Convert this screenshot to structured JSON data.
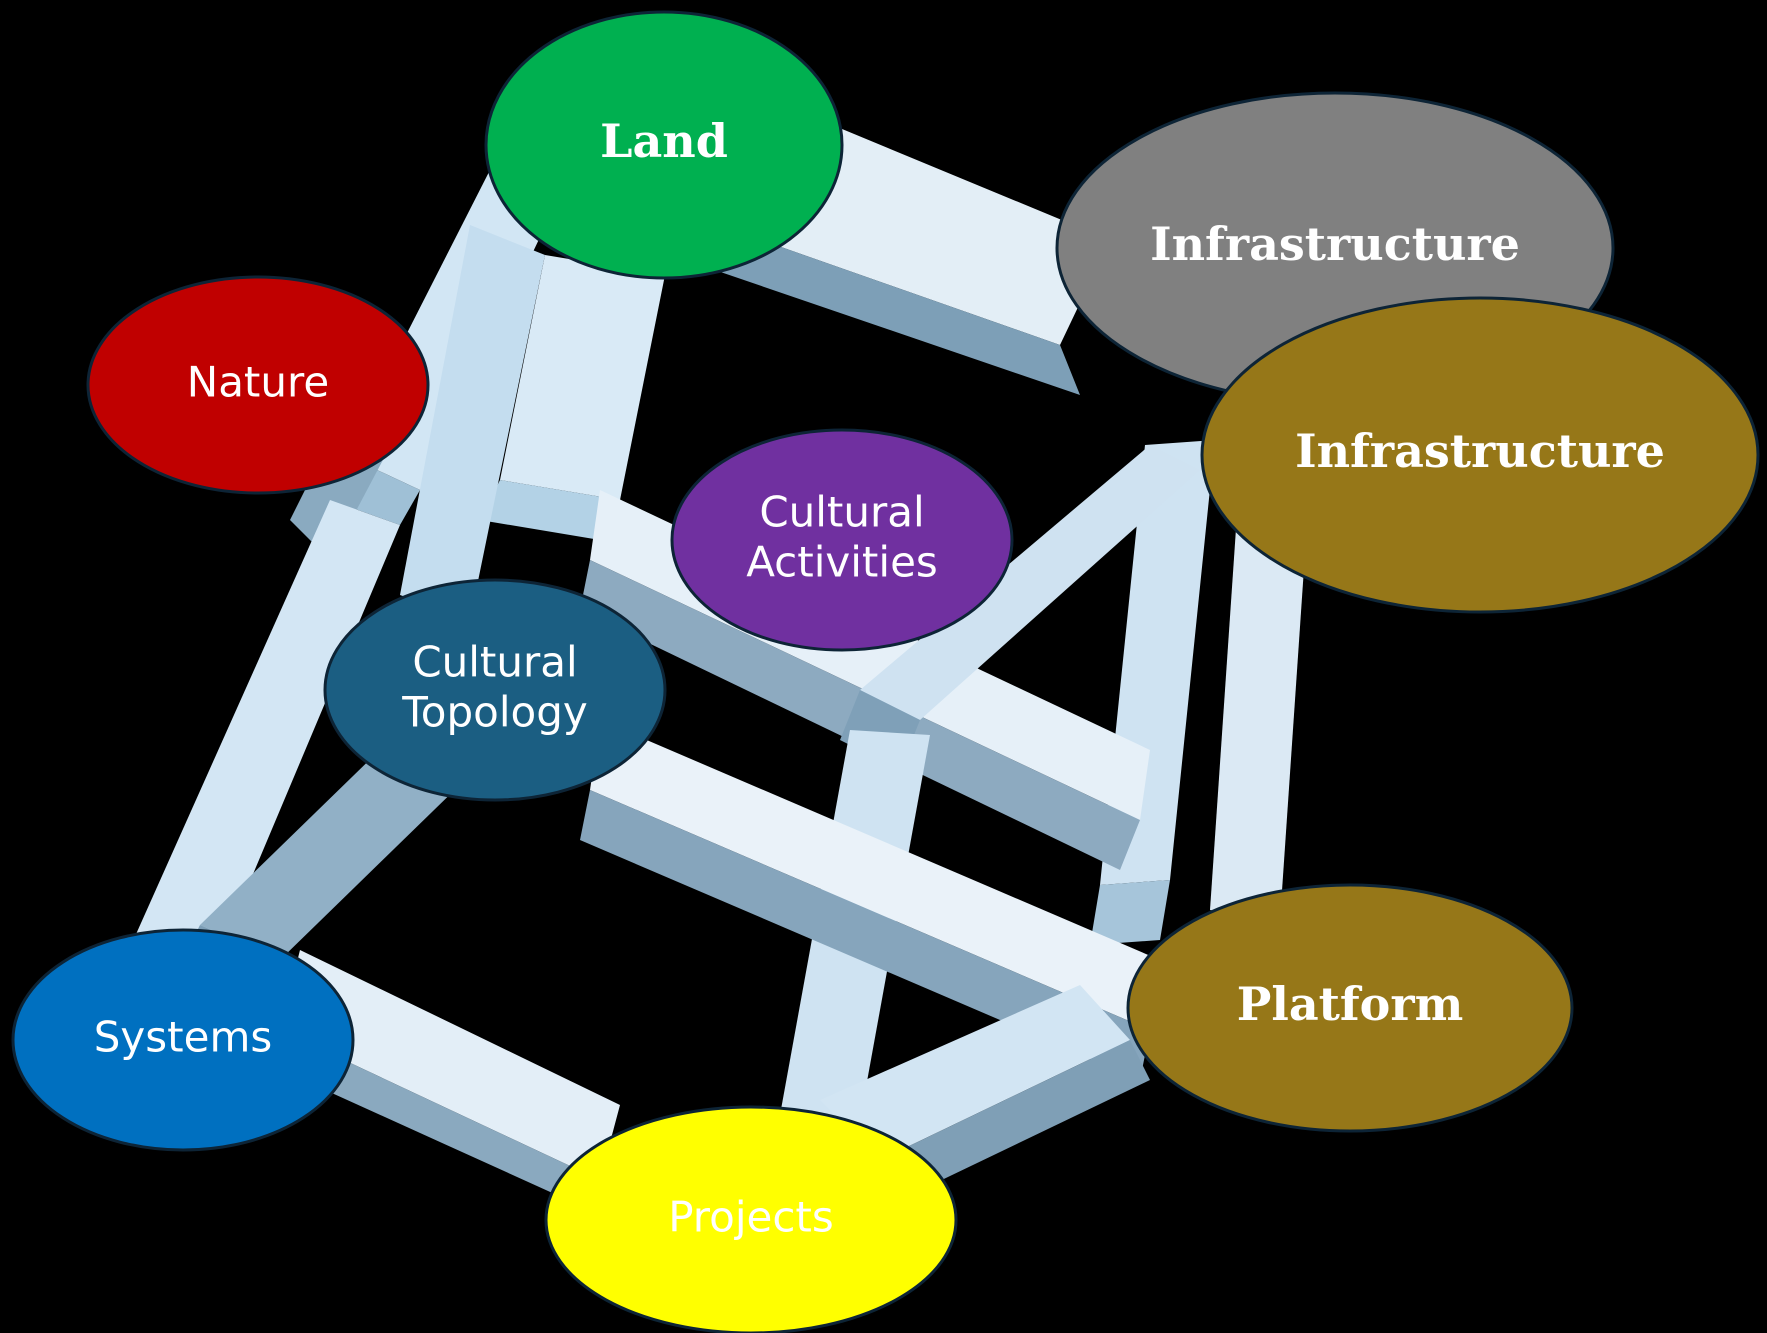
{
  "nodes": [
    {
      "id": "land",
      "label": [
        "Land"
      ],
      "fill": "#00b050",
      "text_color": "#ffffff",
      "serif": true
    },
    {
      "id": "nature",
      "label": [
        "Nature"
      ],
      "fill": "#c00000",
      "text_color": "#ffffff",
      "serif": false
    },
    {
      "id": "infrastructure-gray",
      "label": [
        "Infrastructure"
      ],
      "fill": "#808080",
      "text_color": "#000000",
      "serif": true
    },
    {
      "id": "infrastructure-olive",
      "label": [
        "Infrastructure"
      ],
      "fill": "#967718",
      "text_color": "#ffffff",
      "serif": true
    },
    {
      "id": "cultural-activities",
      "label": [
        "Cultural",
        "Activities"
      ],
      "fill": "#7030a0",
      "text_color": "#ffffff",
      "serif": false
    },
    {
      "id": "cultural-topology",
      "label": [
        "Cultural",
        "Topology"
      ],
      "fill": "#1b5e82",
      "text_color": "#ffffff",
      "serif": false
    },
    {
      "id": "systems",
      "label": [
        "Systems"
      ],
      "fill": "#0070c0",
      "text_color": "#ffffff",
      "serif": false
    },
    {
      "id": "platform",
      "label": [
        "Platform"
      ],
      "fill": "#967718",
      "text_color": "#ffffff",
      "serif": true
    },
    {
      "id": "projects",
      "label": [
        "Projects"
      ],
      "fill": "#ffff00",
      "text_color": "#000000",
      "serif": false
    }
  ],
  "colors": {
    "background": "#000000",
    "frame_light": "#dce9f3",
    "frame_mid": "#b9d6ea",
    "frame_shadow": "#7fa0b8",
    "node_outline": "#0d2436"
  }
}
